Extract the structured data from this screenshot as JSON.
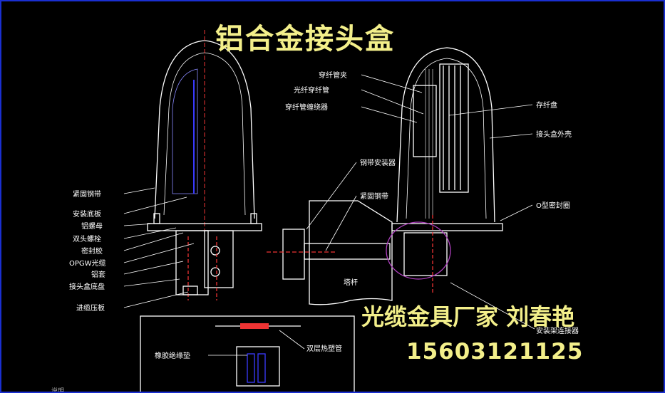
{
  "title": "铝合金接头盒",
  "vendor": "光缆金具厂家  刘春艳",
  "phone": "15603121125",
  "corner_text": "说明",
  "labels": {
    "jingu_gangdai": "紧固钢带",
    "anzhuang_diban": "安装底板",
    "lv_luomu": "铝螺母",
    "shuangtou_luoshuan": "双头螺栓",
    "mifeng_jiao": "密封胶",
    "opgw": "OPGW光缆",
    "lv_tao": "铝套",
    "jietouhe_zuopan": "接头盒底盘",
    "jinlan_yaban": "进缆压板",
    "chuanxian_guanjia": "穿纤管夹",
    "guangxian_chuanxianguan": "光纤穿纤管",
    "chuanxianguan_chanraoqi": "穿纤管缠绕器",
    "cunxian_pan": "存纤盘",
    "jietouhe_waike": "接头盒外壳",
    "gangdai_anzhuangqi": "钢带安装器",
    "jingu_gangdai_2": "紧固钢带",
    "o_mifengquan": "O型密封圈",
    "ta_gan": "塔杆",
    "anzhuangjia_lianjieqi": "安装架连接器",
    "shuangceng_resuoguan": "双层热塑管",
    "xiangjiao_jueyuandian": "橡胶绝缘垫"
  }
}
